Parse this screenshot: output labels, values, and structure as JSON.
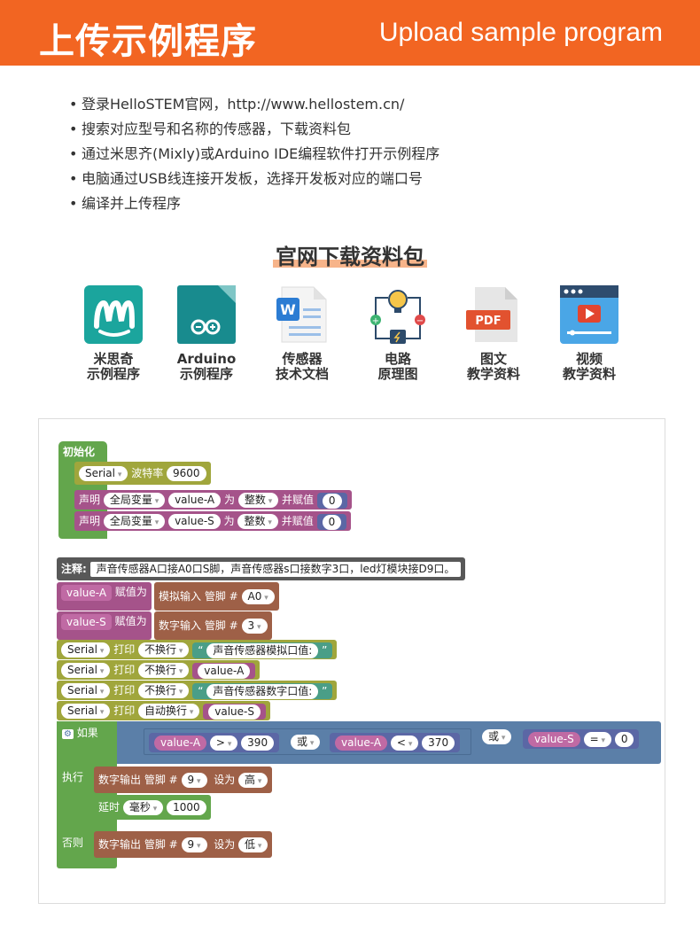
{
  "header": {
    "title_zh": "上传示例程序",
    "title_en": "Upload sample program"
  },
  "steps": [
    "登录HelloSTEM官网，http://www.hellostem.cn/",
    "搜索对应型号和名称的传感器，下载资料包",
    "通过米思齐(Mixly)或Arduino IDE编程软件打开示例程序",
    "电脑通过USB线连接开发板，选择开发板对应的端口号",
    "编译并上传程序"
  ],
  "download": {
    "title": "官网下载资料包",
    "items": [
      {
        "l1": "米思奇",
        "l2": "示例程序",
        "icon": "mixly-icon"
      },
      {
        "l1": "Arduino",
        "l2": "示例程序",
        "icon": "arduino-icon"
      },
      {
        "l1": "传感器",
        "l2": "技术文档",
        "icon": "word-doc-icon"
      },
      {
        "l1": "电路",
        "l2": "原理图",
        "icon": "circuit-icon"
      },
      {
        "l1": "图文",
        "l2": "教学资料",
        "icon": "pdf-icon"
      },
      {
        "l1": "视频",
        "l2": "教学资料",
        "icon": "video-icon"
      }
    ]
  },
  "code": {
    "init": "初始化",
    "serial": "Serial",
    "baud_label": "波特率",
    "baud": "9600",
    "declare": "声明",
    "global": "全局变量",
    "var_a": "value-A",
    "var_s": "value-S",
    "as": "为",
    "int": "整数",
    "assign": "并赋值",
    "zero": "0",
    "comment_label": "注释:",
    "comment": "声音传感器A口接A0口S脚，声音传感器s口接数字3口，led灯模块接D9口。",
    "set": "赋值为",
    "analog_in": "模拟输入 管脚 #",
    "pin_a0": "A0",
    "digital_in": "数字输入 管脚 #",
    "pin_3": "3",
    "print": "打印",
    "no_newline": "不换行",
    "auto_newline": "自动换行",
    "str_a": "声音传感器模拟口值:",
    "str_s": "声音传感器数字口值:",
    "if": "如果",
    "gt": ">",
    "lt": "<",
    "eq": "=",
    "v390": "390",
    "v370": "370",
    "or": "或",
    "then": "执行",
    "else": "否则",
    "digital_out": "数字输出 管脚 #",
    "pin_9": "9",
    "set_to": "设为",
    "high": "高",
    "low": "低",
    "delay": "延时",
    "ms": "毫秒",
    "v1000": "1000"
  }
}
